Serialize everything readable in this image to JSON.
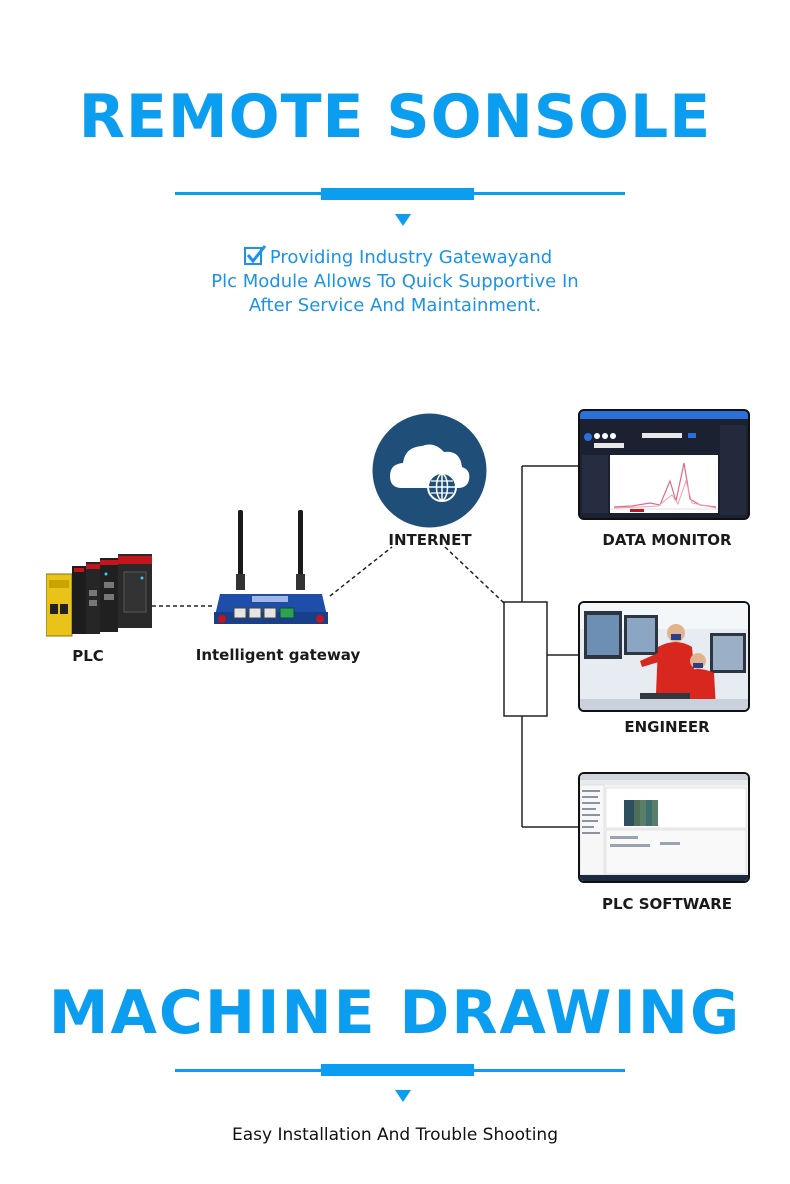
{
  "section1": {
    "title": "REMOTE SONSOLE",
    "description": {
      "line1": "Providing Industry Gatewayand",
      "line2": "Plc Module Allows To Quick Supportive In",
      "line3": "After Service And Maintainment."
    },
    "icon": "check-icon"
  },
  "diagram": {
    "nodes": {
      "plc": "PLC",
      "gateway": "Intelligent gateway",
      "internet": "INTERNET",
      "data_monitor": "DATA MONITOR",
      "engineer": "ENGINEER",
      "plc_software": "PLC SOFTWARE"
    },
    "icons": {
      "internet": "cloud-globe-icon",
      "plc": "plc-module-image",
      "gateway": "router-image",
      "data_monitor": "monitor-screenshot",
      "engineer": "engineers-photo",
      "plc_software": "software-screenshot"
    }
  },
  "section2": {
    "title": "MACHINE DRAWING",
    "caption": "Easy Installation And Trouble Shooting"
  },
  "colors": {
    "accent": "#0b9df0",
    "cloud_circle": "#1f4e79",
    "connector": "#222222"
  }
}
